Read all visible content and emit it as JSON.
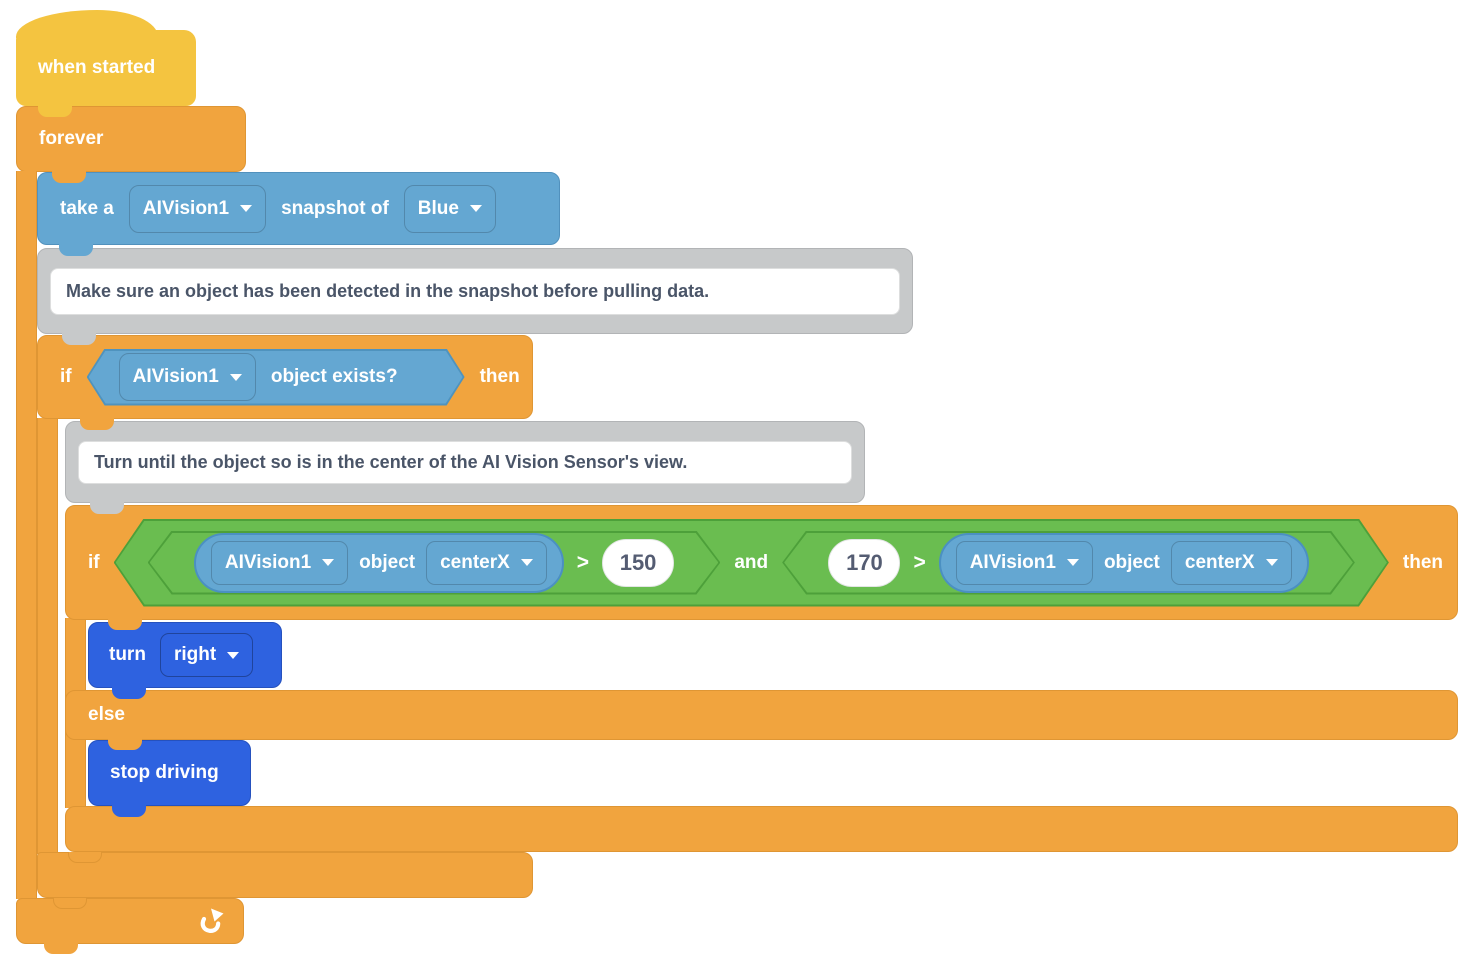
{
  "palette": {
    "hat_yellow": "#F4C440",
    "control_orange": "#F1A43E",
    "sensing_blue": "#64A7D2",
    "drivetrain_blue": "#2E62E0",
    "operator_green": "#6ABD50",
    "comment_gray": "#C7C9CA",
    "comment_text": "#4A5568",
    "number_text": "#545C72"
  },
  "blocks": {
    "when_started": {
      "label": "when started"
    },
    "forever": {
      "label": "forever"
    },
    "snapshot": {
      "label_take": "take a",
      "device": "AIVision1",
      "label_snapshot_of": "snapshot of",
      "color": "Blue"
    },
    "comment_detect": {
      "text": "Make sure an object has been detected in the snapshot before pulling data."
    },
    "if_outer": {
      "label_if": "if",
      "device": "AIVision1",
      "label_condition": "object exists?",
      "label_then": "then"
    },
    "comment_turn": {
      "text": "Turn until the object so is in the center of the AI Vision Sensor's view."
    },
    "if_inner": {
      "label_if": "if",
      "label_then": "then",
      "label_else": "else",
      "label_and": "and",
      "left": {
        "device": "AIVision1",
        "label_object": "object",
        "property": "centerX",
        "operator": ">",
        "value": "150"
      },
      "right": {
        "value": "170",
        "operator": ">",
        "device": "AIVision1",
        "label_object": "object",
        "property": "centerX"
      }
    },
    "turn": {
      "label": "turn",
      "direction": "right"
    },
    "stop": {
      "label": "stop driving"
    }
  }
}
